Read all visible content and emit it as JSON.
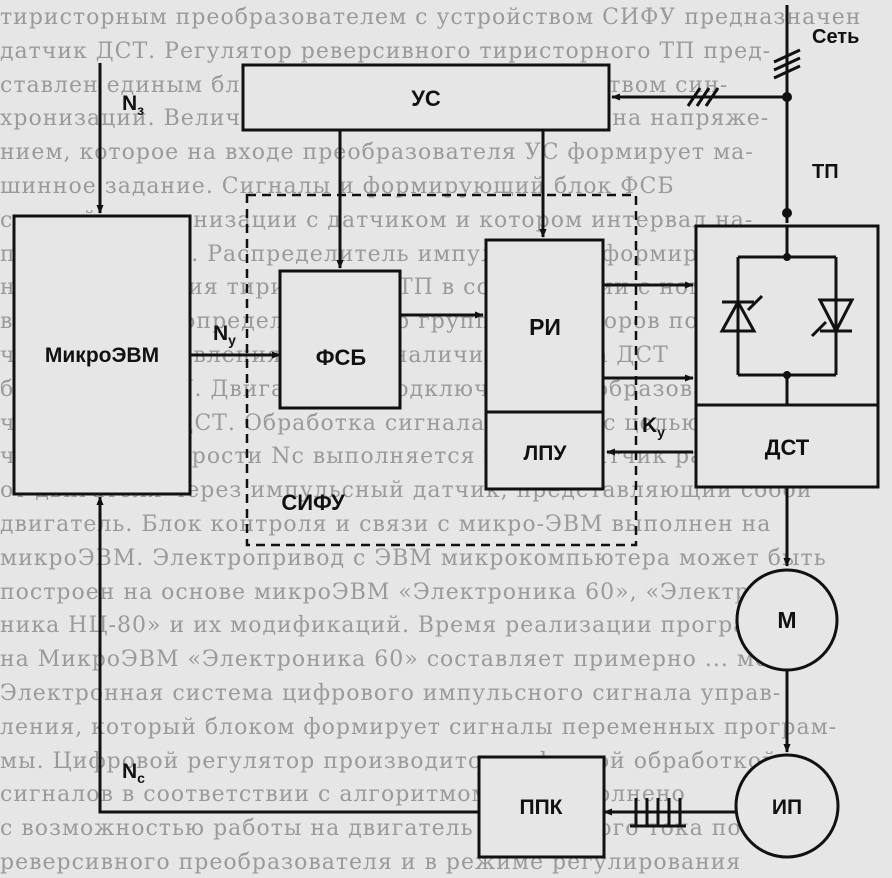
{
  "background_lines": [
    "тиристорным преобразователем с устройством СИФУ предназначен",
    "датчик ДСТ. Регулятор реверсивного тиристорного ТП пред-",
    "ставлен единым блоком, а блок СИФУ с устройством син-",
    "хронизации. Величина сигнала СИФУ обусловлена напряже-",
    "нием, которое на входе преобразователя УС формирует ма-",
    "шинное задание. Сигналы и формирующий блок ФСБ",
    "сетевой синхронизации с датчиком и котором интервал на-",
    "пряжения сети. Распределитель импульсов РИ формирует сиг-",
    "налы управления тиристорами ТП в соответствии с номером",
    "вентиля. ЛПУ определяет выбор группы тиристоров по вели-",
    "чине кода управления Ку; при наличии сигнала ДСТ",
    "блокирует ЛПУ. Двигатель М подключен к преобразователю",
    "через датчик ДСТ. Обработка сигнала датчика с целью полу-",
    "чения кода скорости Nс выполняется в ППК, датчик работает",
    "от двигателя через импульсный датчик, представляющий собой",
    "двигатель. Блок контроля и связи с микро-ЭВМ выполнен на",
    "микроЭВМ. Электропривод с ЭВМ микрокомпьютера может быть",
    "построен на основе микроЭВМ «Электроника 60», «Электро-",
    "ника НЦ-80» и их модификаций. Время реализации программы",
    "на МикроЭВМ «Электроника 60» составляет примерно ... мс.",
    "Электронная система цифрового импульсного сигнала управ-",
    "ления, который блоком формирует сигналы переменных програм-",
    "мы. Цифровой регулятор производится цифровой обработкой",
    "сигналов в соответствии с алгоритмом. ТП выполнено",
    "с возможностью работы на двигатель постоянного тока по схеме",
    "реверсивного преобразователя и в режиме регулирования"
  ],
  "blocks": {
    "mikroevm": "МикроЭВМ",
    "us": "УС",
    "fsb": "ФСБ",
    "ri": "РИ",
    "lpu": "ЛПУ",
    "sifu": "СИФУ",
    "dst": "ДСТ",
    "m": "М",
    "ip": "ИП",
    "ppk": "ППК"
  },
  "labels": {
    "set": "Сеть",
    "tp": "ТП",
    "n_z": {
      "main": "N",
      "sub": "з"
    },
    "n_y": {
      "main": "N",
      "sub": "у"
    },
    "n_c": {
      "main": "N",
      "sub": "с"
    },
    "k_y": {
      "main": "K",
      "sub": "у"
    }
  }
}
